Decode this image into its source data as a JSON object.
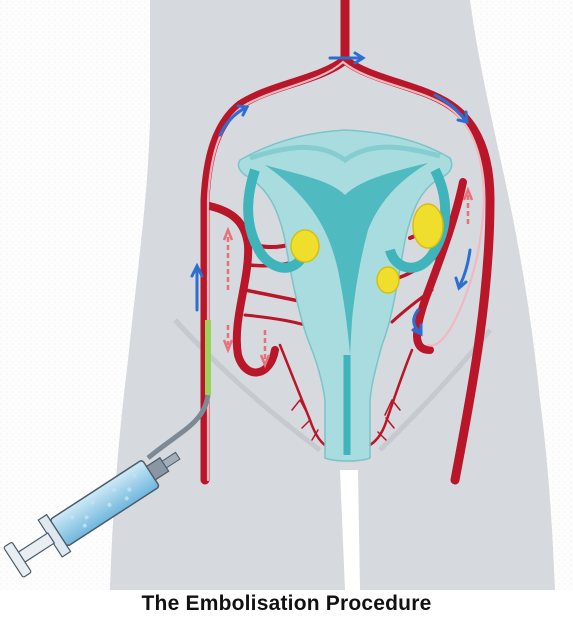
{
  "caption": "The Embolisation Procedure",
  "colors": {
    "background": "#ffffff",
    "body_silhouette": "#d7dadf",
    "artery": "#b9162a",
    "artery_highlight": "#e8707a",
    "uterus": "#a9dcdf",
    "uterus_inner": "#3fb4bb",
    "fibroid": "#f0de2c",
    "flow_arrow": "#2c6fd2",
    "catheter": "#9bd35a",
    "syringe_fluid": "#7fc2e6"
  },
  "icons": [
    "syringe-icon",
    "catheter",
    "uterus",
    "fibroid",
    "flow-arrow"
  ]
}
